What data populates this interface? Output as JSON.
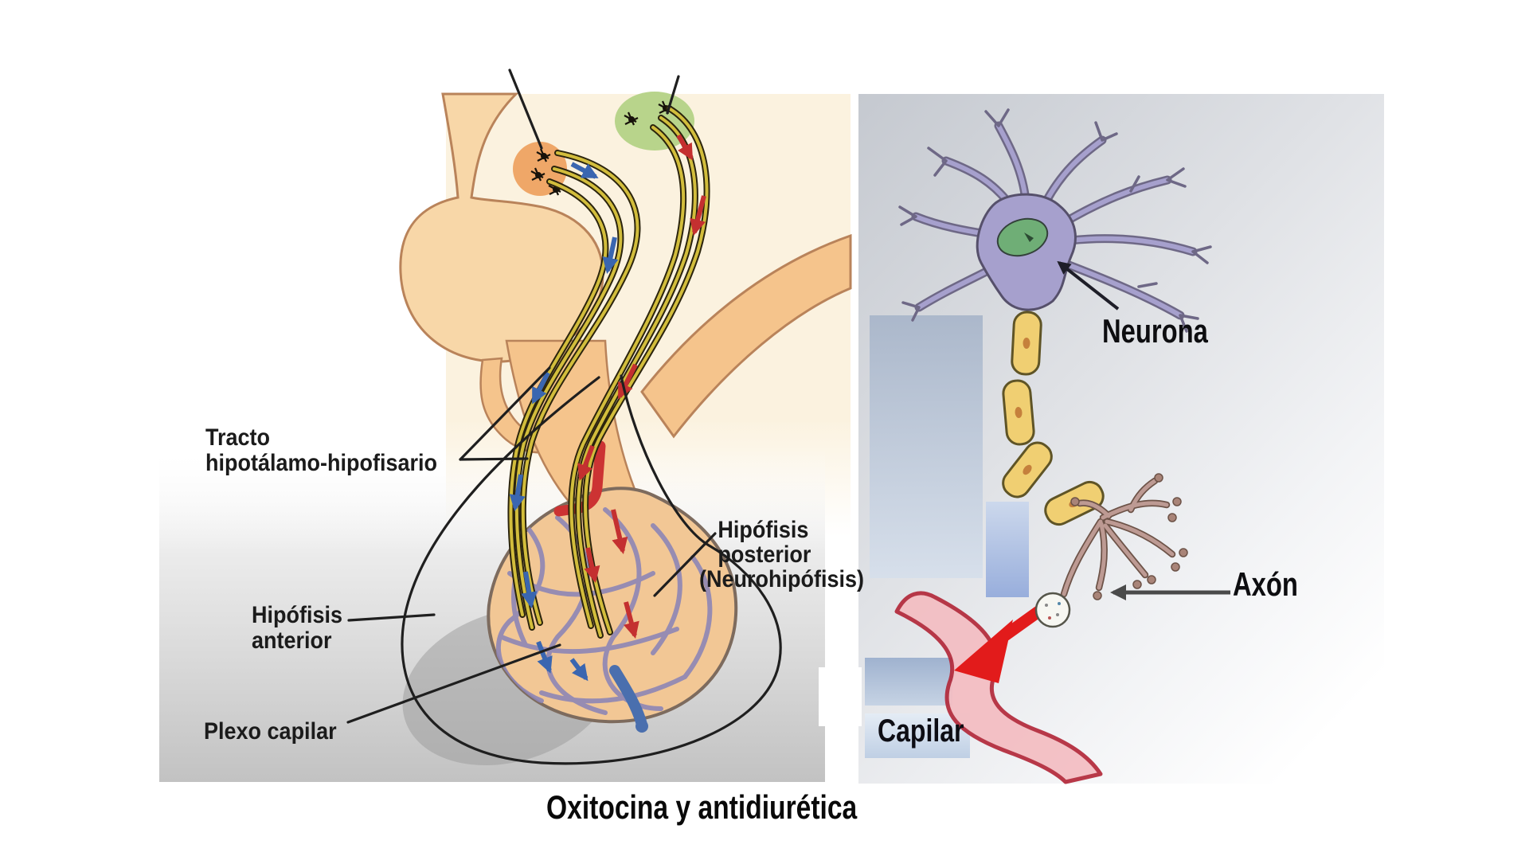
{
  "page": {
    "background": "#ffffff",
    "caption": "Oxitocina y antidiurética"
  },
  "left_panel": {
    "title": "hypothalamus-pituitary-diagram",
    "labels": {
      "tract": [
        "Tracto",
        "hipotálamo-hipofisario"
      ],
      "posterior": [
        "Hipófisis",
        "posterior",
        "(Neurohipófisis)"
      ],
      "anterior": [
        "Hipófisis",
        "anterior"
      ],
      "plexus": "Plexo capilar"
    },
    "colors": {
      "background": "#fbf2df",
      "tissue": "#f5c48c",
      "tissue_light": "#f8d7a8",
      "tissue_outline": "#b9835a",
      "tract_fiber": "#d2bd3c",
      "tract_outline": "#2b240d",
      "nucleus_orange": "#efa768",
      "nucleus_green": "#b8d48b",
      "arrow_blue": "#3a66b0",
      "arrow_red": "#c43030",
      "plexus_vessel": "#8d85b5",
      "vein_blue": "#4a6fae",
      "artery_red": "#cc3333",
      "shadow": "#9a9a9a",
      "leader_line": "#1f1f1f",
      "bottom_shade": "#c2c2c2"
    }
  },
  "right_panel": {
    "title": "neuron-capillary-diagram",
    "labels": {
      "neuron": "Neurona",
      "axon": "Axón",
      "capillary": "Capilar"
    },
    "colors": {
      "background_gray": "#c6cad1",
      "soma": "#a6a0cd",
      "soma_outline": "#56506b",
      "dendrite": "#a6a0cd",
      "nucleus": "#6fae76",
      "myelin": "#f0cf72",
      "myelin_outline": "#5f5426",
      "myelin_dot": "#c5803c",
      "terminal": "#bd9a93",
      "terminal_outline": "#6d5348",
      "synaptic_bulb": "#f7f7f2",
      "capillary_fill": "#f4bdc2",
      "capillary_edge": "#b3293a",
      "signal_arrow": "#e21b1b",
      "highlight_box": "#9db1dd",
      "pointer_gray": "#4a4a4a"
    }
  }
}
